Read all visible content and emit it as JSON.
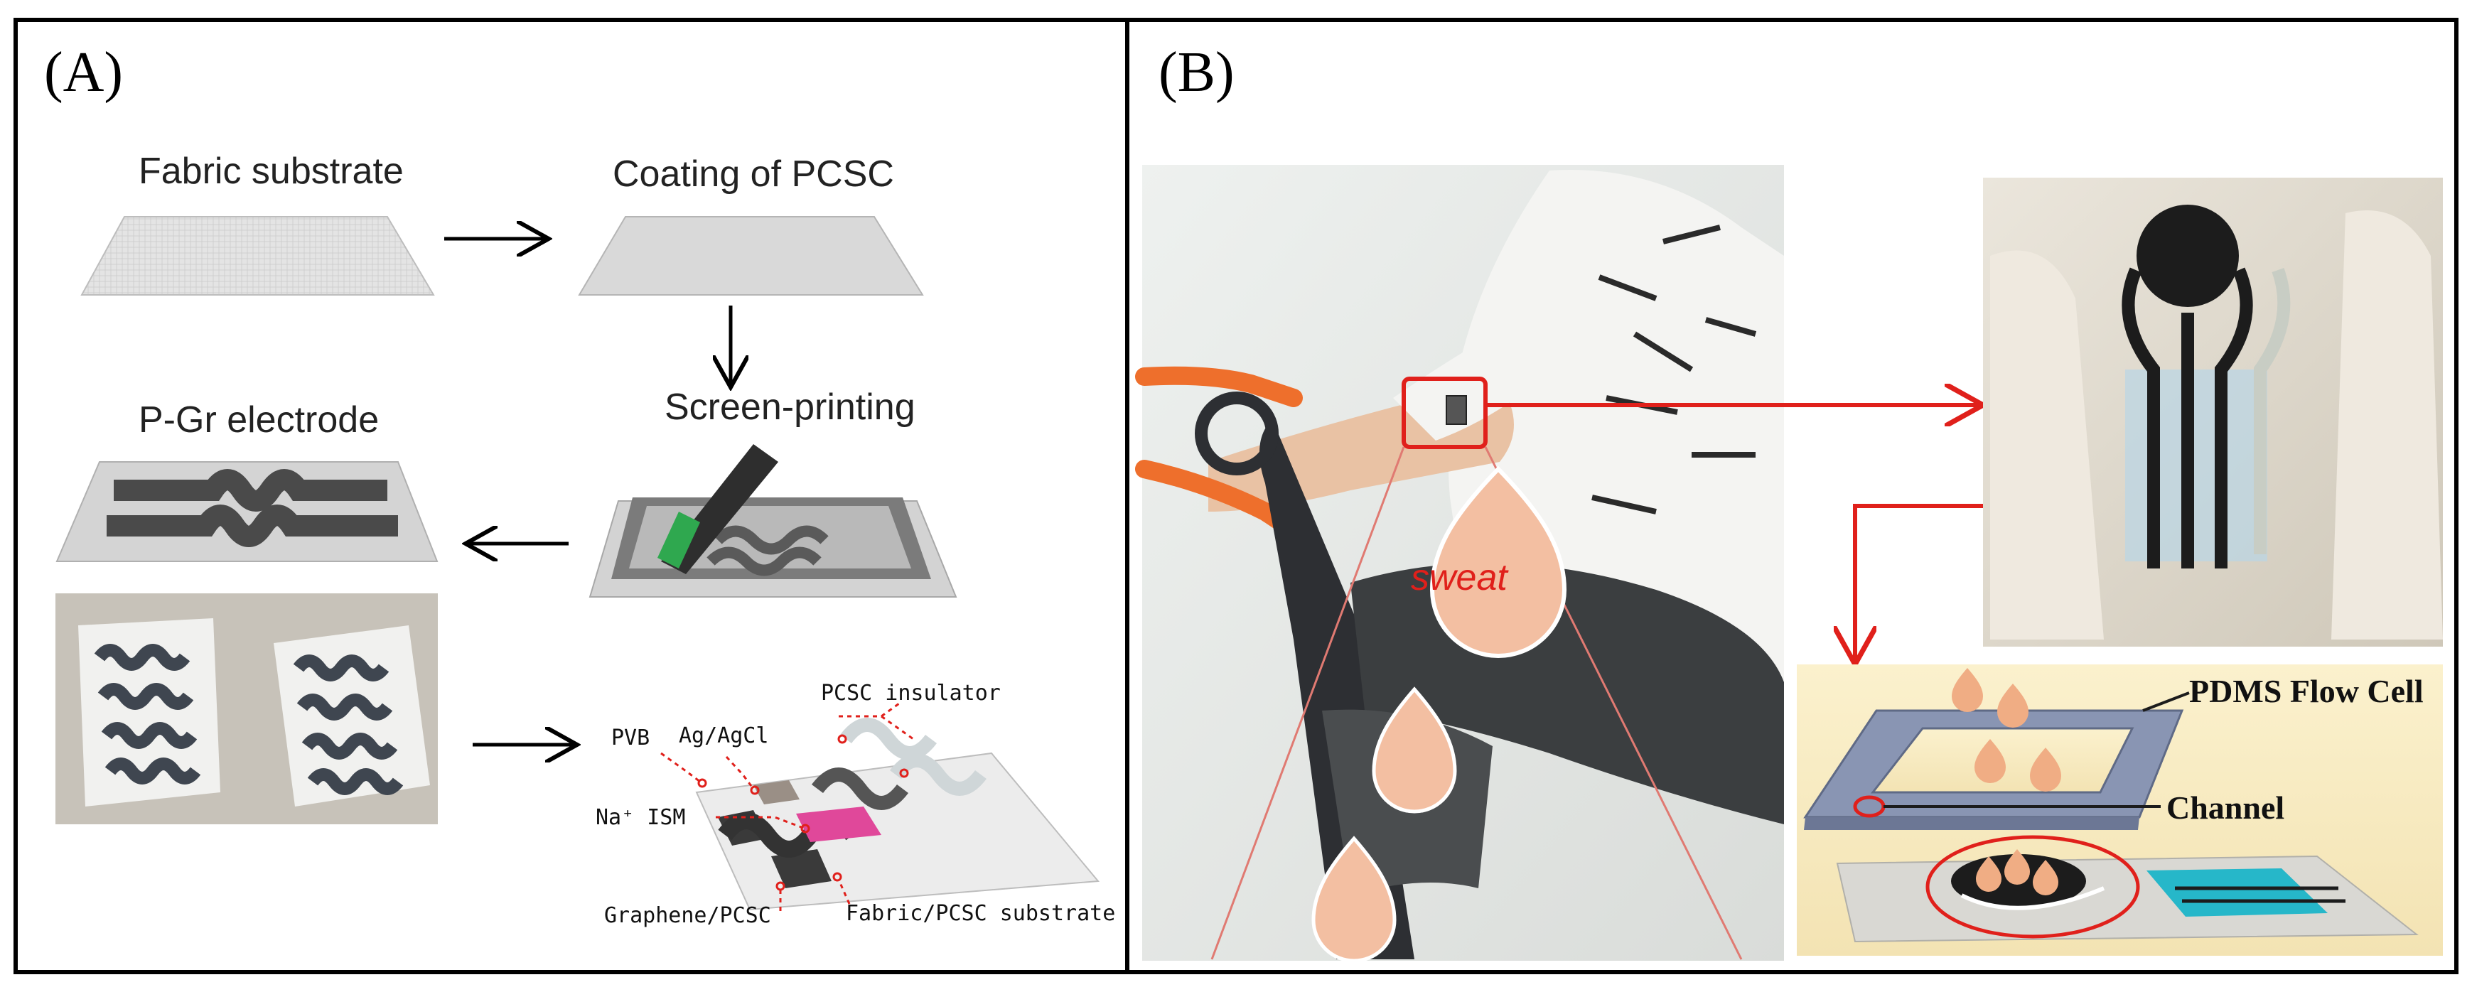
{
  "panel_a": {
    "label": "(A)",
    "step_fabric": "Fabric substrate",
    "step_coating": "Coating of PCSC",
    "step_screen": "Screen-printing",
    "step_electrode": "P-Gr electrode",
    "labels": {
      "pcsc_insulator": "PCSC insulator",
      "pvb": "PVB",
      "agagcl": "Ag/AgCl",
      "na_ism": "Na⁺ ISM",
      "graphene": "Graphene/PCSC",
      "fabric_sub": "Fabric/PCSC substrate"
    }
  },
  "panel_b": {
    "label": "(B)",
    "sweat": "sweat",
    "pdms": "PDMS Flow Cell",
    "channel": "Channel"
  },
  "colors": {
    "border": "#000000",
    "arrow_red": "#e0201b",
    "droplet": "#f3bfa2",
    "electrode_dark": "#3b3b3b",
    "ism_pink": "#e0489a",
    "cyan": "#26b7c9"
  }
}
